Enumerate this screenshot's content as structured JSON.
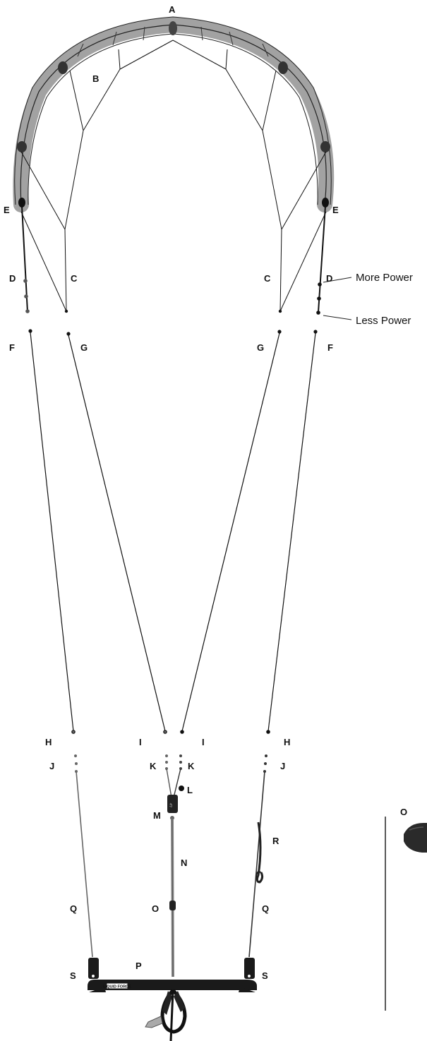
{
  "labels": {
    "A": "A",
    "B": "B",
    "C": "C",
    "D": "D",
    "E": "E",
    "F": "F",
    "G": "G",
    "H": "H",
    "I": "I",
    "J": "J",
    "K": "K",
    "L": "L",
    "M": "M",
    "N": "N",
    "O": "O",
    "P": "P",
    "Q": "Q",
    "R": "R",
    "S": "S"
  },
  "annotations": {
    "more_power": "More Power",
    "less_power": "Less Power"
  },
  "bar_brand": "LIQUID FORCE",
  "colors": {
    "line": "#111111",
    "kite_fill": "#9a9a9a",
    "kite_dark": "#333333",
    "bar": "#1a1a1a"
  }
}
